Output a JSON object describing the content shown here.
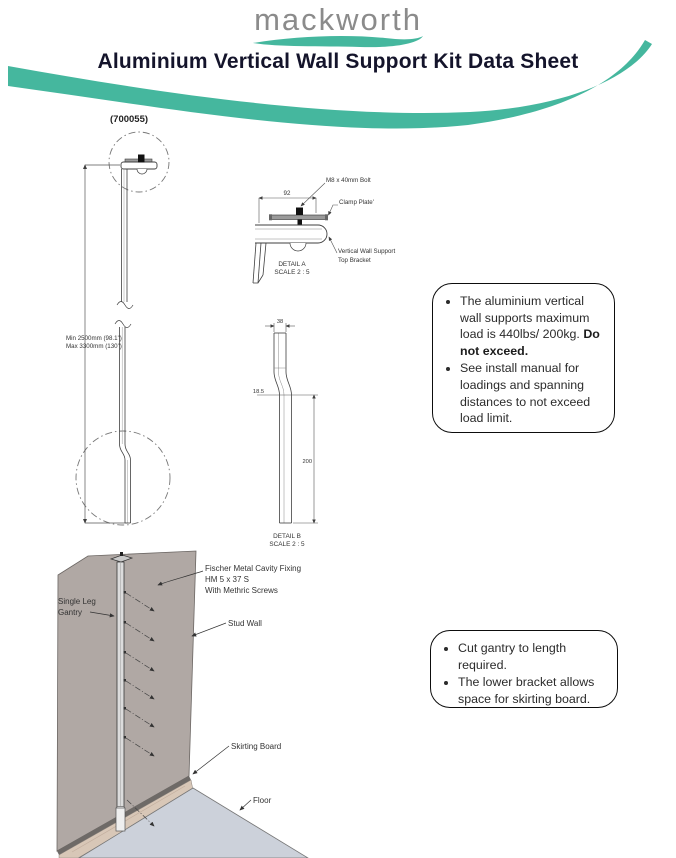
{
  "brand": {
    "logo_text": "mackworth"
  },
  "page": {
    "title": "Aluminium Vertical Wall Support Kit Data Sheet",
    "part_number": "(700055)"
  },
  "colors": {
    "accent_teal": "#45b79e",
    "title_text": "#14142b",
    "logo_gray": "#8b8b8b",
    "wall_fill": "#b0a8a4",
    "skirting_fill": "#d8c7b7",
    "floor_fill": "#ccd1da",
    "line": "#3f3f3f"
  },
  "left_drawing": {
    "dim_line1": "Min 2500mm (98.1\")",
    "dim_line2": "Max 3300mm (130\")"
  },
  "detail_a": {
    "dim_width": "92",
    "label_bolt": "M8 x 40mm Bolt",
    "label_clamp": "Clamp Plate'",
    "label_bracket_line1": "Vertical Wall Support",
    "label_bracket_line2": "Top Bracket",
    "title": "DETAIL A",
    "scale": "SCALE 2 : 5"
  },
  "detail_b": {
    "dim_top": "38",
    "dim_offset": "18.5",
    "dim_length": "200",
    "title": "DETAIL B",
    "scale": "SCALE 2 : 5"
  },
  "notes_box_1": {
    "items": [
      {
        "text": "The aluminium vertical wall supports maximum load is 440lbs/ 200kg. ",
        "bold": "Do not exceed."
      },
      {
        "text": "See install manual for loadings and spanning distances to not exceed load limit.",
        "bold": ""
      }
    ]
  },
  "notes_box_2": {
    "items": [
      "Cut gantry to length required.",
      "The lower bracket allows space for skirting board."
    ]
  },
  "install_drawing": {
    "label_fixing_line1": "Fischer Metal Cavity Fixing",
    "label_fixing_line2": "HM 5 x 37 S",
    "label_fixing_line3": "With Methric Screws",
    "label_gantry_line1": "Single Leg",
    "label_gantry_line2": "Gantry",
    "label_stud_wall": "Stud Wall",
    "label_skirting": "Skirting Board",
    "label_floor": "Floor"
  }
}
